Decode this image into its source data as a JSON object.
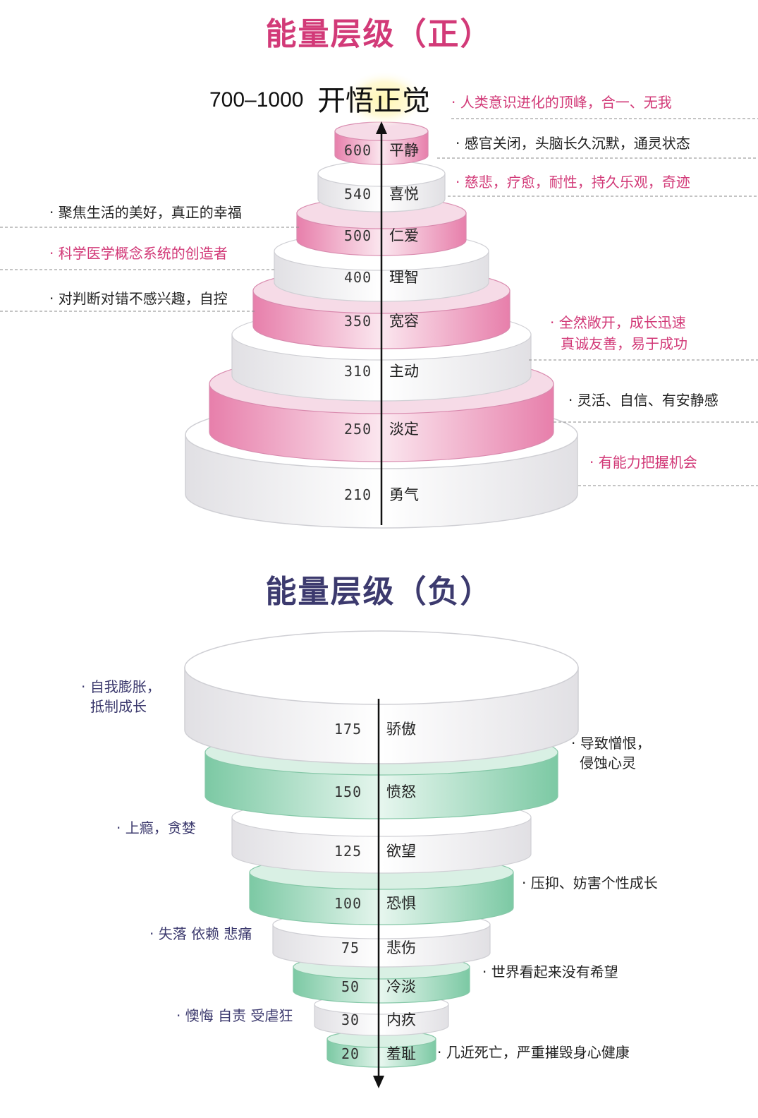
{
  "positive": {
    "title": "能量层级（正）",
    "top": {
      "range": "700–1000",
      "name": "开悟正觉"
    },
    "levels": [
      {
        "value": "600",
        "name": "平静"
      },
      {
        "value": "540",
        "name": "喜悦"
      },
      {
        "value": "500",
        "name": "仁爱"
      },
      {
        "value": "400",
        "name": "理智"
      },
      {
        "value": "350",
        "name": "宽容"
      },
      {
        "value": "310",
        "name": "主动"
      },
      {
        "value": "250",
        "name": "淡定"
      },
      {
        "value": "210",
        "name": "勇气"
      }
    ],
    "annotations": [
      "· 人类意识进化的顶峰，合一、无我",
      "· 感官关闭，头脑长久沉默，通灵状态",
      "· 慈悲，疗愈，耐性，持久乐观，奇迹",
      "· 聚焦生活的美好，真正的幸福",
      "· 科学医学概念系统的创造者",
      "· 对判断对错不感兴趣，自控",
      "· 全然敞开，成长迅速",
      "真诚友善，易于成功",
      "· 灵活、自信、有安静感",
      "· 有能力把握机会"
    ]
  },
  "negative": {
    "title": "能量层级（负）",
    "levels": [
      {
        "value": "175",
        "name": "骄傲"
      },
      {
        "value": "150",
        "name": "愤怒"
      },
      {
        "value": "125",
        "name": "欲望"
      },
      {
        "value": "100",
        "name": "恐惧"
      },
      {
        "value": "75",
        "name": "悲伤"
      },
      {
        "value": "50",
        "name": "冷淡"
      },
      {
        "value": "30",
        "name": "内疚"
      },
      {
        "value": "20",
        "name": "羞耻"
      }
    ],
    "annotations": [
      "· 自我膨胀，",
      "抵制成长",
      "· 导致憎恨，",
      "侵蚀心灵",
      "· 上瘾，贪婪",
      "· 压抑、妨害个性成长",
      "· 失落 依赖 悲痛",
      "· 世界看起来没有希望",
      "· 懊悔 自责 受虐狂",
      "· 几近死亡，严重摧毁身心健康"
    ]
  },
  "colors": {
    "pink": "#d23a78",
    "pink_fill": "#ecaac6",
    "green_fill": "#a7dcc0",
    "navy": "#3c3a6e",
    "white_fill": "#f4f3f5"
  }
}
